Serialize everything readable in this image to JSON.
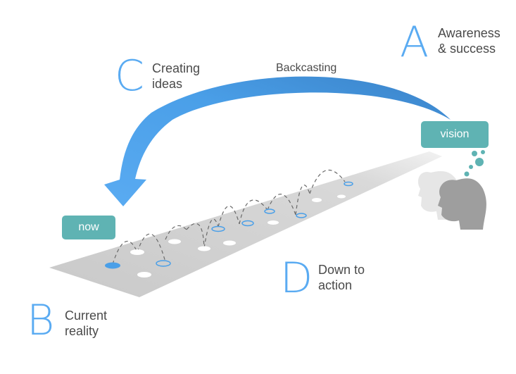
{
  "stages": {
    "a": {
      "letter": "A",
      "text": "Awareness\n& success"
    },
    "b": {
      "letter": "B",
      "text": "Current\nreality"
    },
    "c": {
      "letter": "C",
      "text": "Creating\nideas"
    },
    "d": {
      "letter": "D",
      "text": "Down to\naction"
    }
  },
  "arrow_label": "Backcasting",
  "tags": {
    "vision": "vision",
    "now": "now"
  },
  "colors": {
    "letter": "#5aabf2",
    "arrow": "#4a9fe8",
    "tag": "#5fb3b3",
    "path": "#cfcfcf",
    "head": "#9e9e9e"
  }
}
